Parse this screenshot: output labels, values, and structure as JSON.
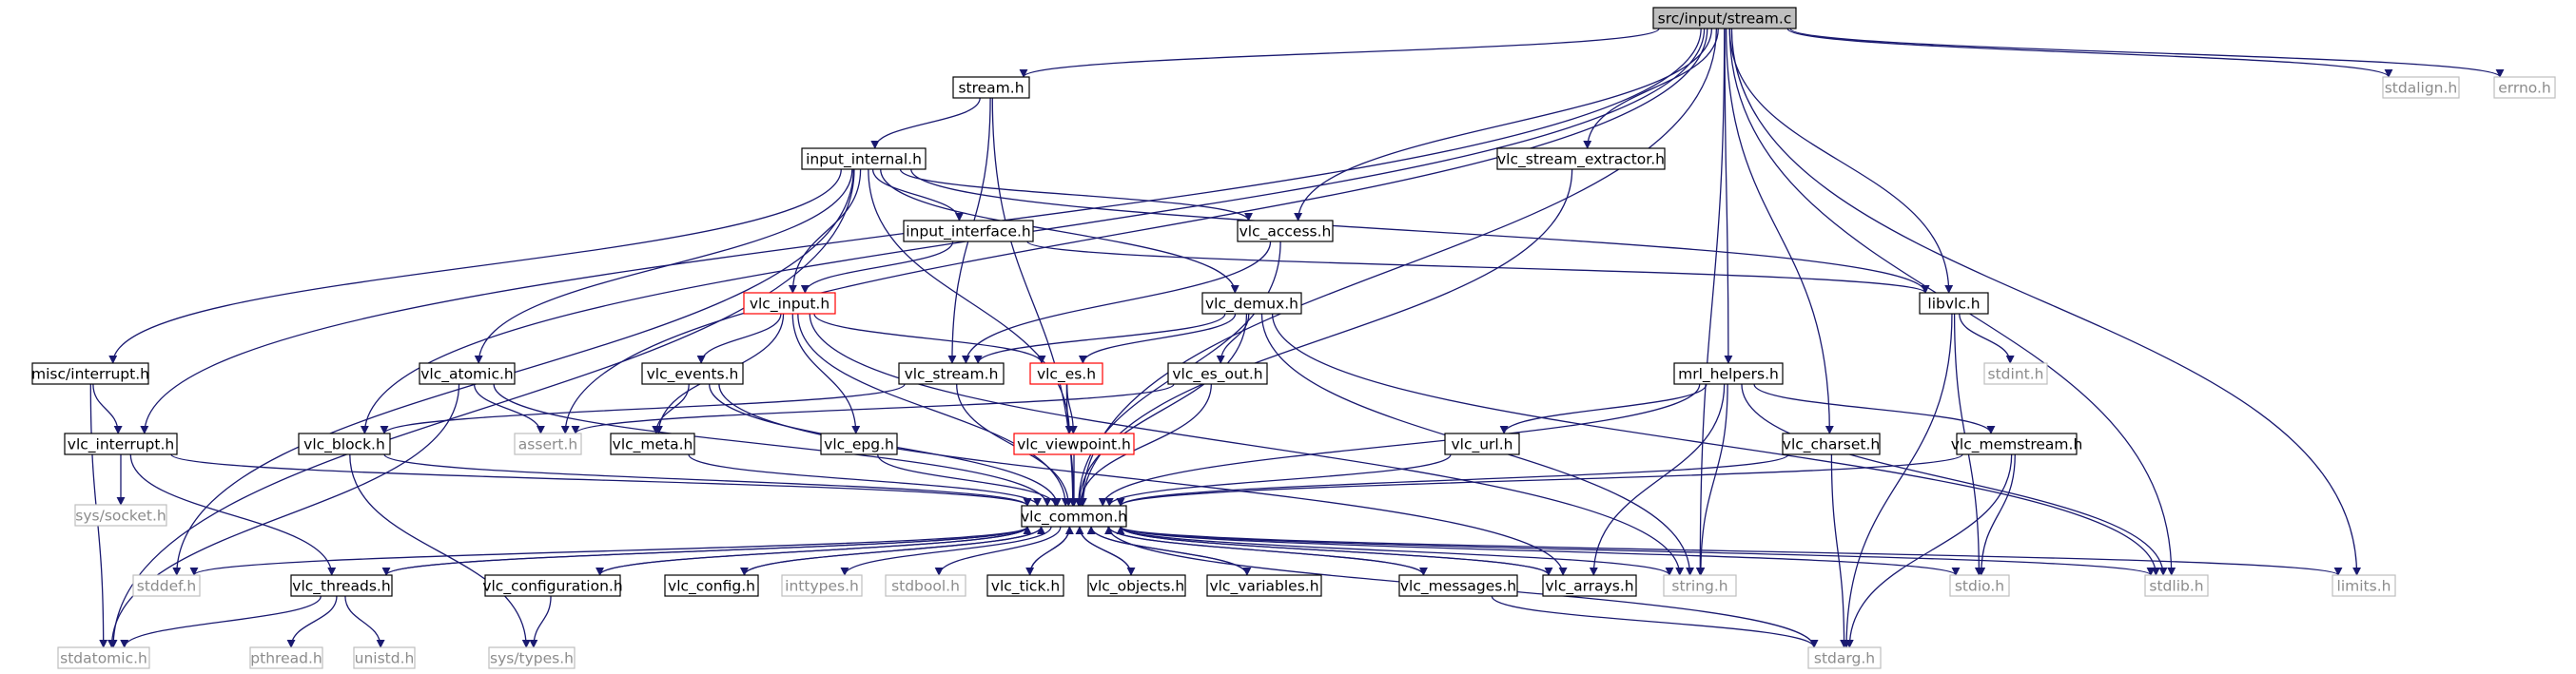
{
  "title": "src/input/stream.c",
  "colors": {
    "edge": "#191970",
    "node_border": "#000000",
    "root_fill": "#bfbfbf",
    "normal_fill": "#ffffff",
    "red_border": "#ff0000",
    "gray_border": "#bfbfbf",
    "gray_text": "#8c8c8c"
  },
  "nodes": [
    {
      "id": "stream_c",
      "label": "src/input/stream.c",
      "style": "root"
    },
    {
      "id": "stream_h",
      "label": "stream.h",
      "style": "normal"
    },
    {
      "id": "stdalign_h",
      "label": "stdalign.h",
      "style": "gray"
    },
    {
      "id": "errno_h",
      "label": "errno.h",
      "style": "gray"
    },
    {
      "id": "input_internal_h",
      "label": "input_internal.h",
      "style": "normal"
    },
    {
      "id": "vlc_stream_extractor_h",
      "label": "vlc_stream_extractor.h",
      "style": "normal"
    },
    {
      "id": "input_interface_h",
      "label": "input_interface.h",
      "style": "normal"
    },
    {
      "id": "vlc_access_h",
      "label": "vlc_access.h",
      "style": "normal"
    },
    {
      "id": "vlc_input_h",
      "label": "vlc_input.h",
      "style": "red"
    },
    {
      "id": "vlc_demux_h",
      "label": "vlc_demux.h",
      "style": "normal"
    },
    {
      "id": "libvlc_h",
      "label": "libvlc.h",
      "style": "normal"
    },
    {
      "id": "misc_interrupt_h",
      "label": "misc/interrupt.h",
      "style": "normal"
    },
    {
      "id": "vlc_atomic_h",
      "label": "vlc_atomic.h",
      "style": "normal"
    },
    {
      "id": "vlc_events_h",
      "label": "vlc_events.h",
      "style": "normal"
    },
    {
      "id": "vlc_stream_h",
      "label": "vlc_stream.h",
      "style": "normal"
    },
    {
      "id": "vlc_es_h",
      "label": "vlc_es.h",
      "style": "red"
    },
    {
      "id": "vlc_es_out_h",
      "label": "vlc_es_out.h",
      "style": "normal"
    },
    {
      "id": "mrl_helpers_h",
      "label": "mrl_helpers.h",
      "style": "normal"
    },
    {
      "id": "stdint_h",
      "label": "stdint.h",
      "style": "gray"
    },
    {
      "id": "vlc_interrupt_h",
      "label": "vlc_interrupt.h",
      "style": "normal"
    },
    {
      "id": "vlc_block_h",
      "label": "vlc_block.h",
      "style": "normal"
    },
    {
      "id": "assert_h",
      "label": "assert.h",
      "style": "gray"
    },
    {
      "id": "vlc_meta_h",
      "label": "vlc_meta.h",
      "style": "normal"
    },
    {
      "id": "vlc_epg_h",
      "label": "vlc_epg.h",
      "style": "normal"
    },
    {
      "id": "vlc_viewpoint_h",
      "label": "vlc_viewpoint.h",
      "style": "red"
    },
    {
      "id": "vlc_url_h",
      "label": "vlc_url.h",
      "style": "normal"
    },
    {
      "id": "vlc_charset_h",
      "label": "vlc_charset.h",
      "style": "normal"
    },
    {
      "id": "vlc_memstream_h",
      "label": "vlc_memstream.h",
      "style": "normal"
    },
    {
      "id": "sys_socket_h",
      "label": "sys/socket.h",
      "style": "gray"
    },
    {
      "id": "vlc_common_h",
      "label": "vlc_common.h",
      "style": "normal"
    },
    {
      "id": "stddef_h",
      "label": "stddef.h",
      "style": "gray"
    },
    {
      "id": "vlc_threads_h",
      "label": "vlc_threads.h",
      "style": "normal"
    },
    {
      "id": "vlc_configuration_h",
      "label": "vlc_configuration.h",
      "style": "normal"
    },
    {
      "id": "vlc_config_h",
      "label": "vlc_config.h",
      "style": "normal"
    },
    {
      "id": "inttypes_h",
      "label": "inttypes.h",
      "style": "gray"
    },
    {
      "id": "stdbool_h",
      "label": "stdbool.h",
      "style": "gray"
    },
    {
      "id": "vlc_tick_h",
      "label": "vlc_tick.h",
      "style": "normal"
    },
    {
      "id": "vlc_objects_h",
      "label": "vlc_objects.h",
      "style": "normal"
    },
    {
      "id": "vlc_variables_h",
      "label": "vlc_variables.h",
      "style": "normal"
    },
    {
      "id": "vlc_messages_h",
      "label": "vlc_messages.h",
      "style": "normal"
    },
    {
      "id": "vlc_arrays_h",
      "label": "vlc_arrays.h",
      "style": "normal"
    },
    {
      "id": "string_h",
      "label": "string.h",
      "style": "gray"
    },
    {
      "id": "stdio_h",
      "label": "stdio.h",
      "style": "gray"
    },
    {
      "id": "stdlib_h",
      "label": "stdlib.h",
      "style": "gray"
    },
    {
      "id": "limits_h",
      "label": "limits.h",
      "style": "gray"
    },
    {
      "id": "stdatomic_h",
      "label": "stdatomic.h",
      "style": "gray"
    },
    {
      "id": "pthread_h",
      "label": "pthread.h",
      "style": "gray"
    },
    {
      "id": "unistd_h",
      "label": "unistd.h",
      "style": "gray"
    },
    {
      "id": "sys_types_h",
      "label": "sys/types.h",
      "style": "gray"
    },
    {
      "id": "stdarg_h",
      "label": "stdarg.h",
      "style": "gray"
    }
  ],
  "edges": [
    [
      "stream_c",
      "stream_h"
    ],
    [
      "stream_c",
      "stdalign_h"
    ],
    [
      "stream_c",
      "errno_h"
    ],
    [
      "stream_c",
      "vlc_stream_extractor_h"
    ],
    [
      "stream_c",
      "vlc_access_h"
    ],
    [
      "stream_c",
      "libvlc_h"
    ],
    [
      "stream_c",
      "mrl_helpers_h"
    ],
    [
      "stream_c",
      "vlc_charset_h"
    ],
    [
      "stream_c",
      "vlc_interrupt_h"
    ],
    [
      "stream_c",
      "vlc_block_h"
    ],
    [
      "stream_c",
      "assert_h"
    ],
    [
      "stream_c",
      "vlc_common_h"
    ],
    [
      "stream_c",
      "string_h"
    ],
    [
      "stream_c",
      "stdlib_h"
    ],
    [
      "stream_c",
      "limits_h"
    ],
    [
      "stream_h",
      "input_internal_h"
    ],
    [
      "stream_h",
      "vlc_stream_h"
    ],
    [
      "stream_h",
      "vlc_common_h"
    ],
    [
      "input_internal_h",
      "input_interface_h"
    ],
    [
      "input_internal_h",
      "vlc_access_h"
    ],
    [
      "input_internal_h",
      "vlc_input_h"
    ],
    [
      "input_internal_h",
      "vlc_demux_h"
    ],
    [
      "input_internal_h",
      "libvlc_h"
    ],
    [
      "input_internal_h",
      "misc_interrupt_h"
    ],
    [
      "input_internal_h",
      "vlc_atomic_h"
    ],
    [
      "input_internal_h",
      "vlc_viewpoint_h"
    ],
    [
      "input_internal_h",
      "stddef_h"
    ],
    [
      "input_internal_h",
      "stdatomic_h"
    ],
    [
      "vlc_stream_extractor_h",
      "vlc_common_h"
    ],
    [
      "input_interface_h",
      "vlc_input_h"
    ],
    [
      "input_interface_h",
      "libvlc_h"
    ],
    [
      "vlc_access_h",
      "vlc_stream_h"
    ],
    [
      "vlc_access_h",
      "vlc_common_h"
    ],
    [
      "vlc_input_h",
      "vlc_events_h"
    ],
    [
      "vlc_input_h",
      "vlc_es_h"
    ],
    [
      "vlc_input_h",
      "vlc_meta_h"
    ],
    [
      "vlc_input_h",
      "vlc_epg_h"
    ],
    [
      "vlc_input_h",
      "vlc_common_h"
    ],
    [
      "vlc_input_h",
      "string_h"
    ],
    [
      "vlc_demux_h",
      "vlc_stream_h"
    ],
    [
      "vlc_demux_h",
      "vlc_es_h"
    ],
    [
      "vlc_demux_h",
      "vlc_es_out_h"
    ],
    [
      "vlc_demux_h",
      "vlc_common_h"
    ],
    [
      "vlc_demux_h",
      "string_h"
    ],
    [
      "vlc_demux_h",
      "stdlib_h"
    ],
    [
      "libvlc_h",
      "stdint_h"
    ],
    [
      "libvlc_h",
      "stdio_h"
    ],
    [
      "libvlc_h",
      "stdarg_h"
    ],
    [
      "misc_interrupt_h",
      "vlc_interrupt_h"
    ],
    [
      "misc_interrupt_h",
      "stdatomic_h"
    ],
    [
      "vlc_atomic_h",
      "assert_h"
    ],
    [
      "vlc_atomic_h",
      "vlc_common_h"
    ],
    [
      "vlc_atomic_h",
      "stdatomic_h"
    ],
    [
      "vlc_events_h",
      "vlc_meta_h"
    ],
    [
      "vlc_events_h",
      "vlc_common_h"
    ],
    [
      "vlc_events_h",
      "vlc_arrays_h"
    ],
    [
      "vlc_stream_h",
      "vlc_block_h"
    ],
    [
      "vlc_stream_h",
      "vlc_common_h"
    ],
    [
      "vlc_es_h",
      "vlc_viewpoint_h"
    ],
    [
      "vlc_es_h",
      "vlc_common_h"
    ],
    [
      "vlc_es_out_h",
      "assert_h"
    ],
    [
      "vlc_es_out_h",
      "vlc_common_h"
    ],
    [
      "mrl_helpers_h",
      "vlc_url_h"
    ],
    [
      "mrl_helpers_h",
      "vlc_memstream_h"
    ],
    [
      "mrl_helpers_h",
      "vlc_common_h"
    ],
    [
      "mrl_helpers_h",
      "vlc_arrays_h"
    ],
    [
      "mrl_helpers_h",
      "string_h"
    ],
    [
      "mrl_helpers_h",
      "stdlib_h"
    ],
    [
      "vlc_interrupt_h",
      "sys_socket_h"
    ],
    [
      "vlc_interrupt_h",
      "vlc_threads_h"
    ],
    [
      "vlc_interrupt_h",
      "vlc_common_h"
    ],
    [
      "vlc_block_h",
      "vlc_common_h"
    ],
    [
      "vlc_block_h",
      "sys_types_h"
    ],
    [
      "vlc_meta_h",
      "vlc_common_h"
    ],
    [
      "vlc_epg_h",
      "vlc_common_h"
    ],
    [
      "vlc_viewpoint_h",
      "vlc_common_h"
    ],
    [
      "vlc_url_h",
      "vlc_common_h"
    ],
    [
      "vlc_charset_h",
      "vlc_common_h"
    ],
    [
      "vlc_charset_h",
      "stdarg_h"
    ],
    [
      "vlc_memstream_h",
      "vlc_common_h"
    ],
    [
      "vlc_memstream_h",
      "stdio_h"
    ],
    [
      "vlc_memstream_h",
      "stdarg_h"
    ],
    [
      "vlc_common_h",
      "stddef_h"
    ],
    [
      "vlc_common_h",
      "vlc_threads_h"
    ],
    [
      "vlc_common_h",
      "vlc_configuration_h"
    ],
    [
      "vlc_common_h",
      "vlc_config_h"
    ],
    [
      "vlc_common_h",
      "inttypes_h"
    ],
    [
      "vlc_common_h",
      "stdbool_h"
    ],
    [
      "vlc_common_h",
      "vlc_tick_h"
    ],
    [
      "vlc_common_h",
      "vlc_objects_h"
    ],
    [
      "vlc_common_h",
      "vlc_variables_h"
    ],
    [
      "vlc_common_h",
      "vlc_messages_h"
    ],
    [
      "vlc_common_h",
      "vlc_arrays_h"
    ],
    [
      "vlc_common_h",
      "string_h"
    ],
    [
      "vlc_common_h",
      "stdio_h"
    ],
    [
      "vlc_common_h",
      "stdlib_h"
    ],
    [
      "vlc_common_h",
      "limits_h"
    ],
    [
      "vlc_common_h",
      "stdarg_h"
    ],
    [
      "vlc_threads_h",
      "vlc_common_h"
    ],
    [
      "vlc_threads_h",
      "stdatomic_h"
    ],
    [
      "vlc_threads_h",
      "pthread_h"
    ],
    [
      "vlc_threads_h",
      "unistd_h"
    ],
    [
      "vlc_configuration_h",
      "vlc_common_h"
    ],
    [
      "vlc_configuration_h",
      "sys_types_h"
    ],
    [
      "vlc_config_h",
      "vlc_common_h"
    ],
    [
      "vlc_tick_h",
      "vlc_common_h"
    ],
    [
      "vlc_objects_h",
      "vlc_common_h"
    ],
    [
      "vlc_variables_h",
      "vlc_common_h"
    ],
    [
      "vlc_messages_h",
      "vlc_common_h"
    ],
    [
      "vlc_messages_h",
      "stdarg_h"
    ],
    [
      "vlc_arrays_h",
      "vlc_common_h"
    ]
  ]
}
